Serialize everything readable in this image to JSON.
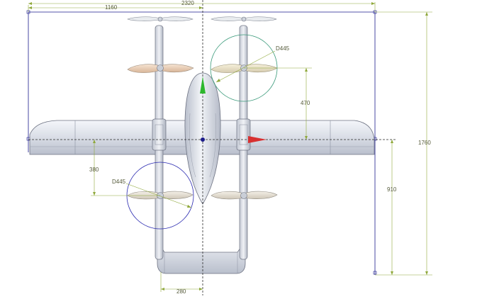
{
  "drawing": {
    "dimensions": {
      "overall_span": "2320",
      "half_span": "1160",
      "rotor_offset_fwd": "470",
      "rotor_offset_aft": "380",
      "overall_length": "1760",
      "aft_length": "910",
      "tail_width": "280"
    },
    "rotor_diameter_labels": [
      "D445",
      "D445"
    ],
    "colors": {
      "dimension_line": "#8fa83a",
      "reference_line": "#1a1a8c",
      "axis_line": "#2a2a2a",
      "body_fill": "#dde1ea",
      "body_stroke": "#6d7282",
      "prop_front_tint": "#e8c9ad",
      "prop_rear_tint": "#e2dccd",
      "axis_green": "#2db82d",
      "axis_red": "#d83030",
      "axis_blue": "#1c1c8a"
    }
  }
}
